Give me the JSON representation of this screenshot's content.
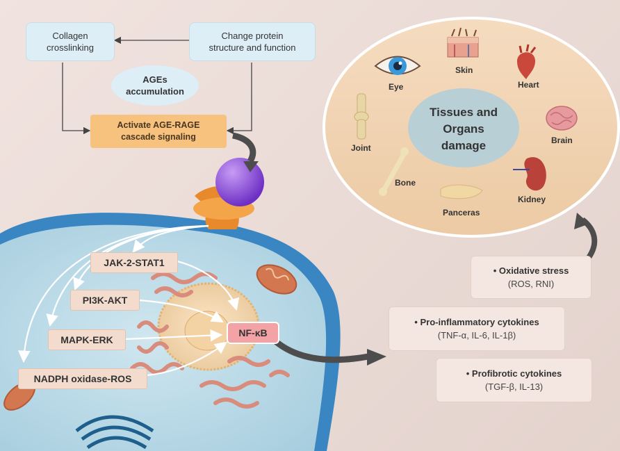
{
  "top_flow": {
    "collagen": "Collagen\ncrosslinking",
    "change_protein": "Change protein\nstructure and function",
    "ages": "AGEs\naccumulation",
    "age_rage": "Activate AGE-RAGE\ncascade signaling"
  },
  "pathways": {
    "jak": "JAK-2-STAT1",
    "pi3k": "PI3K-AKT",
    "mapk": "MAPK-ERK",
    "nadph": "NADPH oxidase-ROS",
    "nfkb": "NF-κB"
  },
  "effects": [
    {
      "title": "• Oxidative stress",
      "sub": "(ROS, RNI)"
    },
    {
      "title": "• Pro-inflammatory cytokines",
      "sub": "(TNF-α, IL-6, IL-1β)"
    },
    {
      "title": "• Profibrotic cytokines",
      "sub": "(TGF-β, IL-13)"
    }
  ],
  "organs": {
    "center": "Tissues and\nOrgans\ndamage",
    "eye": "Eye",
    "skin": "Skin",
    "heart": "Heart",
    "joint": "Joint",
    "brain": "Brain",
    "bone": "Bone",
    "kidney": "Kidney",
    "pancreas": "Panceras"
  },
  "colors": {
    "blue_box": "#ddeef7",
    "orange_box": "#f7c27e",
    "pathway_box": "#f3dccd",
    "nfkb_box": "#f3a3a6",
    "organ_ellipse": "#f1d6b6",
    "center_ellipse": "#b9cfd6"
  }
}
